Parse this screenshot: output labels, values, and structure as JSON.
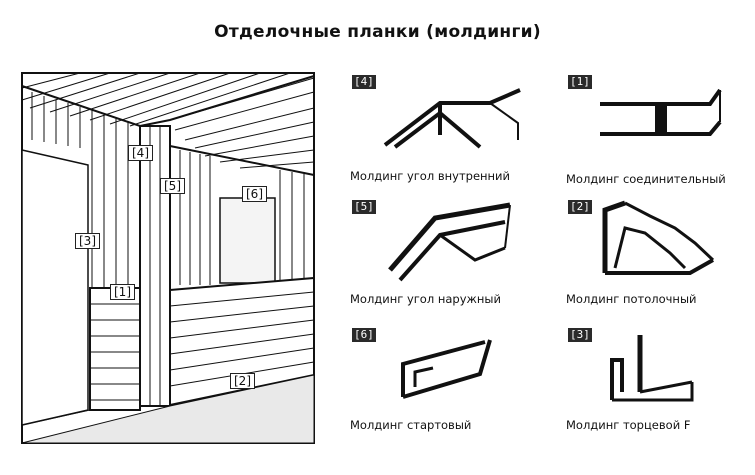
{
  "title": "Отделочные планки (молдинги)",
  "scene": {
    "labels": [
      "[4]",
      "[5]",
      "[6]",
      "[3]",
      "[1]",
      "[2]"
    ]
  },
  "profiles": [
    {
      "tag": "[4]",
      "caption": "Молдинг угол внутренний",
      "icon": "inner-corner-molding-icon"
    },
    {
      "tag": "[1]",
      "caption": "Молдинг соединительный",
      "icon": "connecting-molding-icon"
    },
    {
      "tag": "[5]",
      "caption": "Молдинг угол наружный",
      "icon": "outer-corner-molding-icon"
    },
    {
      "tag": "[2]",
      "caption": "Молдинг потолочный",
      "icon": "ceiling-molding-icon"
    },
    {
      "tag": "[6]",
      "caption": "Молдинг стартовый",
      "icon": "starter-molding-icon"
    },
    {
      "tag": "[3]",
      "caption": "Молдинг торцевой F",
      "icon": "end-f-molding-icon"
    }
  ]
}
